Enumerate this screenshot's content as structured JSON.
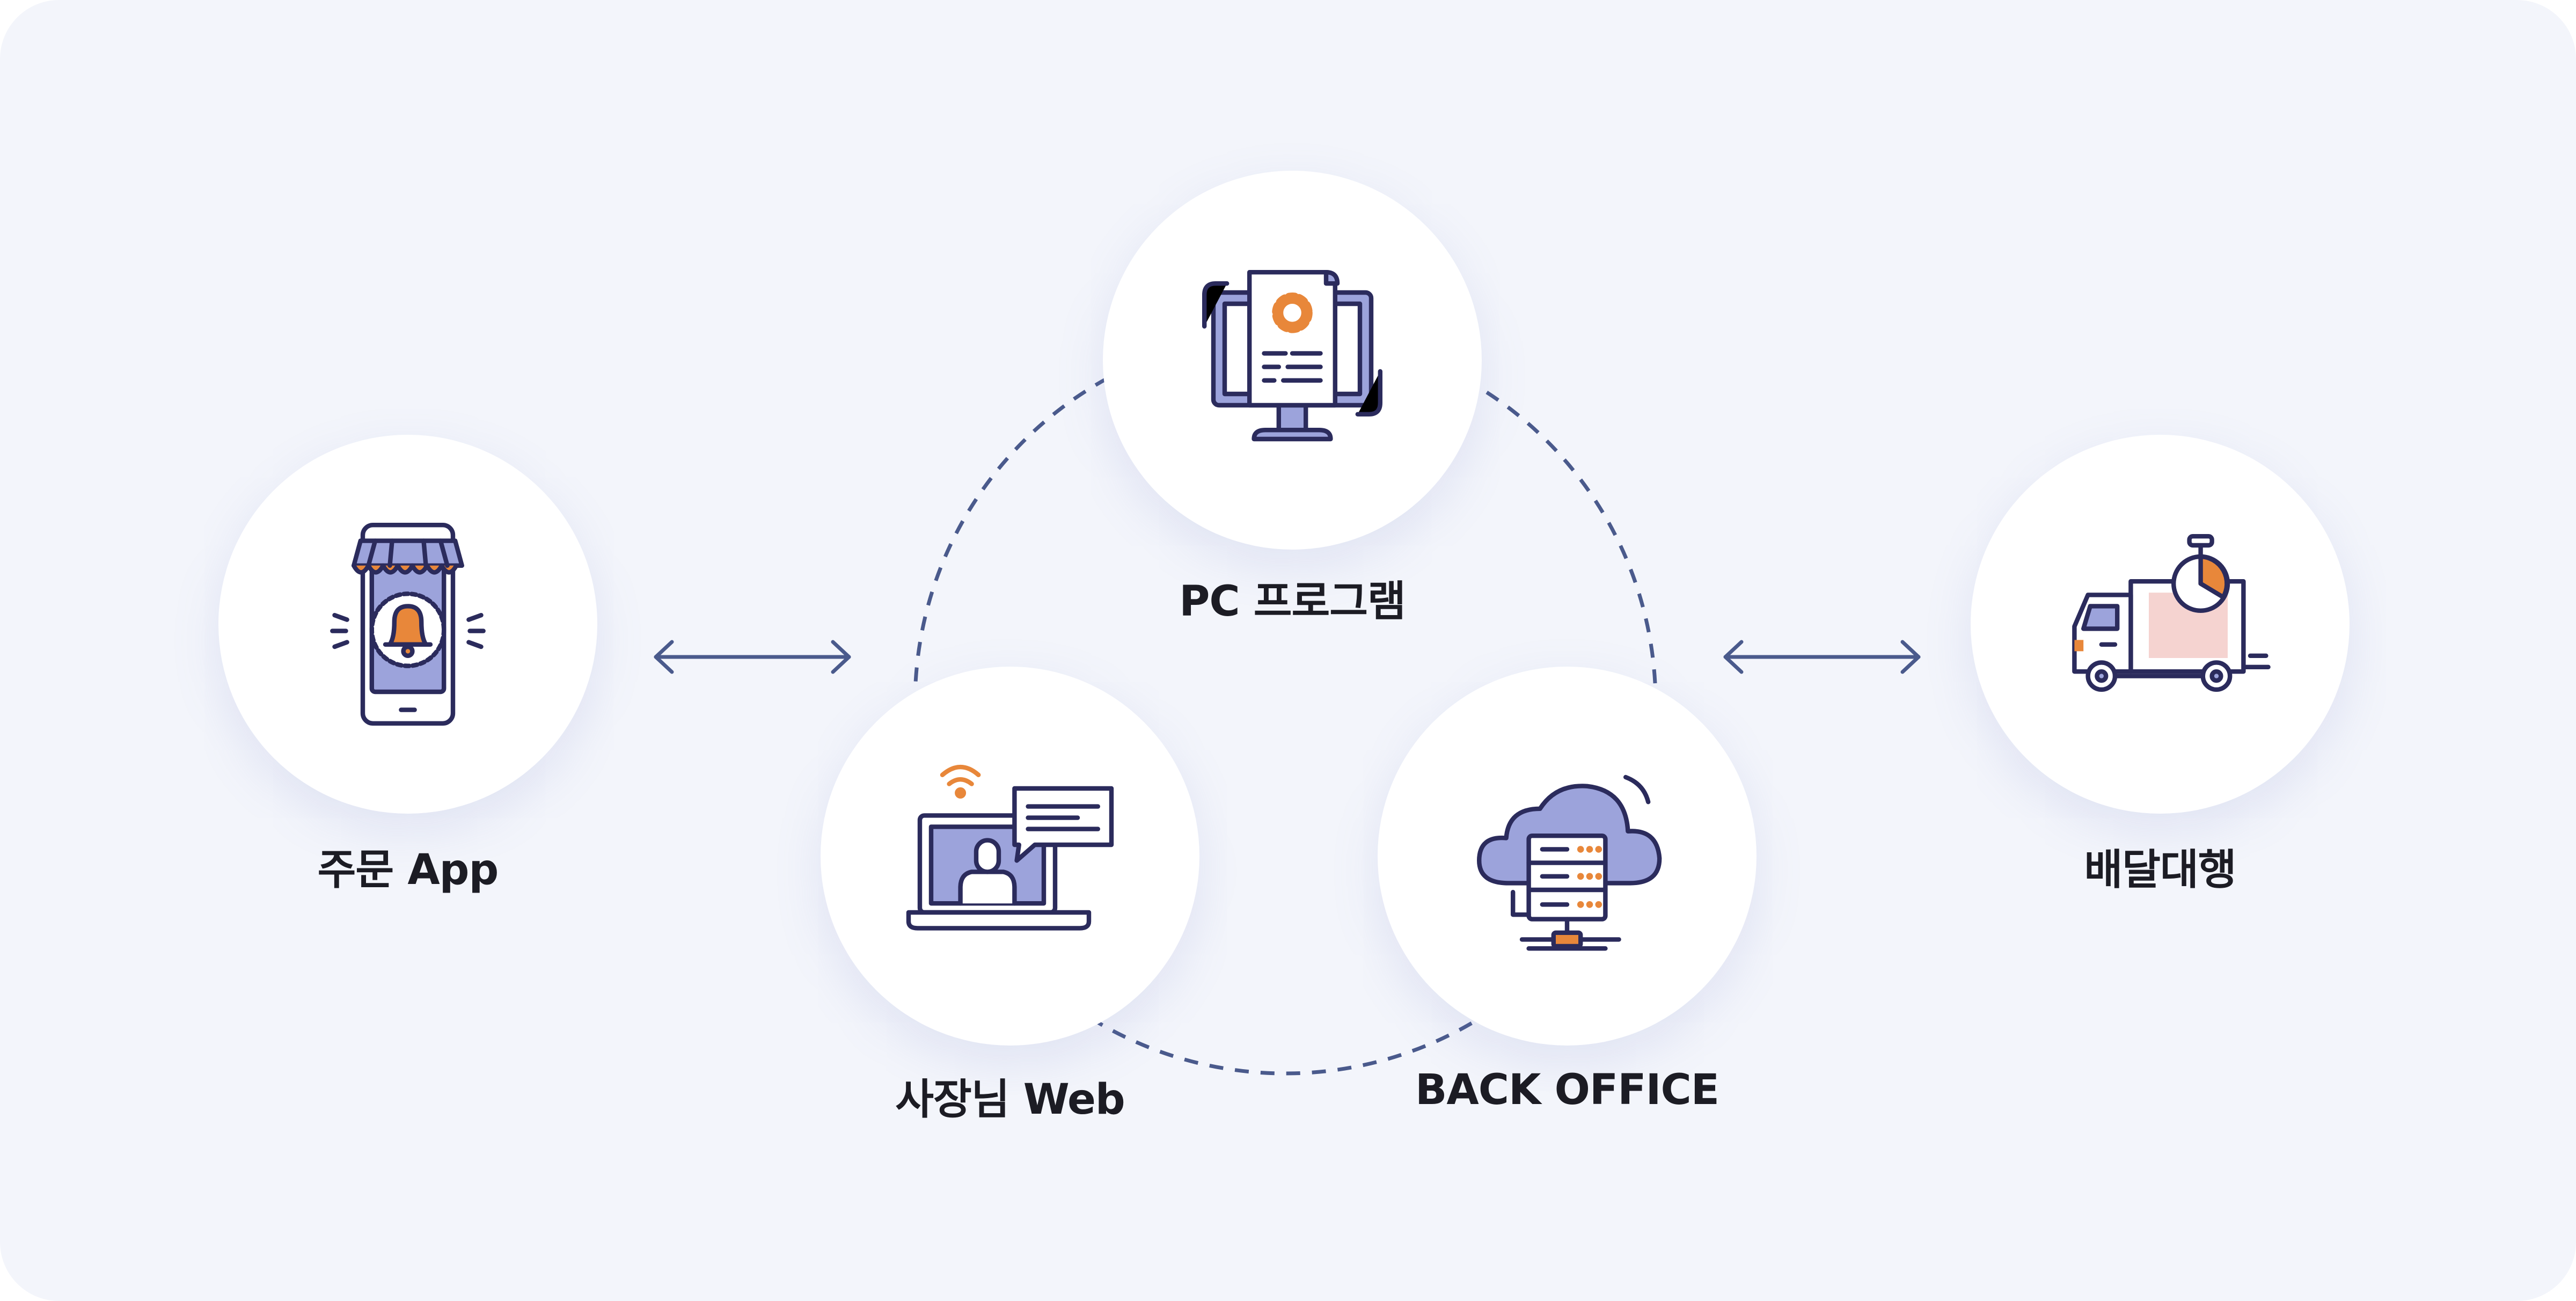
{
  "nodes": {
    "order_app": {
      "label": "주문 App",
      "icon": "mobile-shop-bell-icon"
    },
    "pc_program": {
      "label": "PC 프로그램",
      "icon": "monitor-document-gear-icon"
    },
    "owner_web": {
      "label": "사장님 Web",
      "icon": "laptop-user-chat-icon"
    },
    "back_office": {
      "label": "BACK OFFICE",
      "icon": "cloud-server-icon"
    },
    "delivery": {
      "label": "배달대행",
      "icon": "delivery-truck-timer-icon"
    }
  },
  "connections": [
    {
      "from": "주문 App",
      "to": "사장님 Web",
      "style": "bidirectional-arrow"
    },
    {
      "from": "BACK OFFICE",
      "to": "배달대행",
      "style": "bidirectional-arrow"
    },
    {
      "from": "PC 프로그램",
      "to": "사장님 Web",
      "style": "dashed"
    },
    {
      "from": "PC 프로그램",
      "to": "BACK OFFICE",
      "style": "dashed"
    },
    {
      "from": "사장님 Web",
      "to": "BACK OFFICE",
      "style": "dashed"
    }
  ],
  "colors": {
    "background": "#f3f5fb",
    "node_fill": "#ffffff",
    "line": "#4a5a8c",
    "icon_stroke": "#2b2b5c",
    "icon_fill_primary": "#9ca3db",
    "icon_accent": "#e8873a",
    "label_text": "#1c1c24"
  }
}
